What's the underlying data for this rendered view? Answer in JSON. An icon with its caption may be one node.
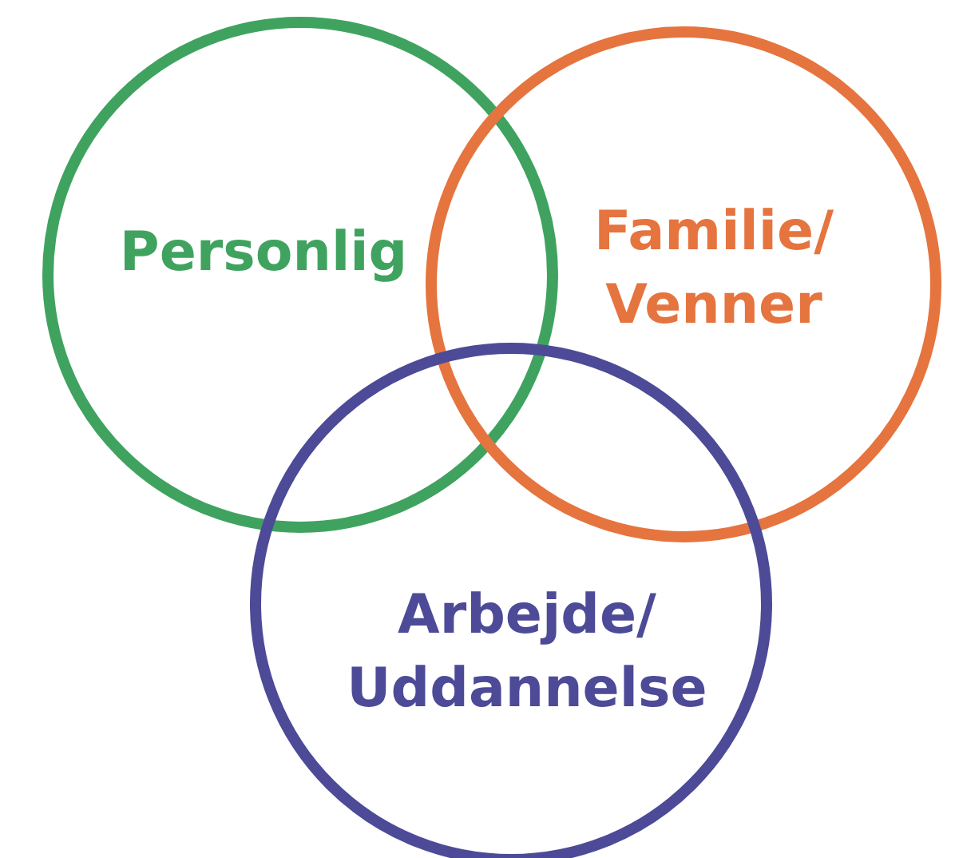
{
  "diagram": {
    "nodes": [
      {
        "text": [
          "Personlig"
        ]
      },
      {
        "text": [
          "Familie/ Venner"
        ]
      },
      {
        "text": [
          "Arbejde/ Uddannelse"
        ]
      }
    ]
  }
}
